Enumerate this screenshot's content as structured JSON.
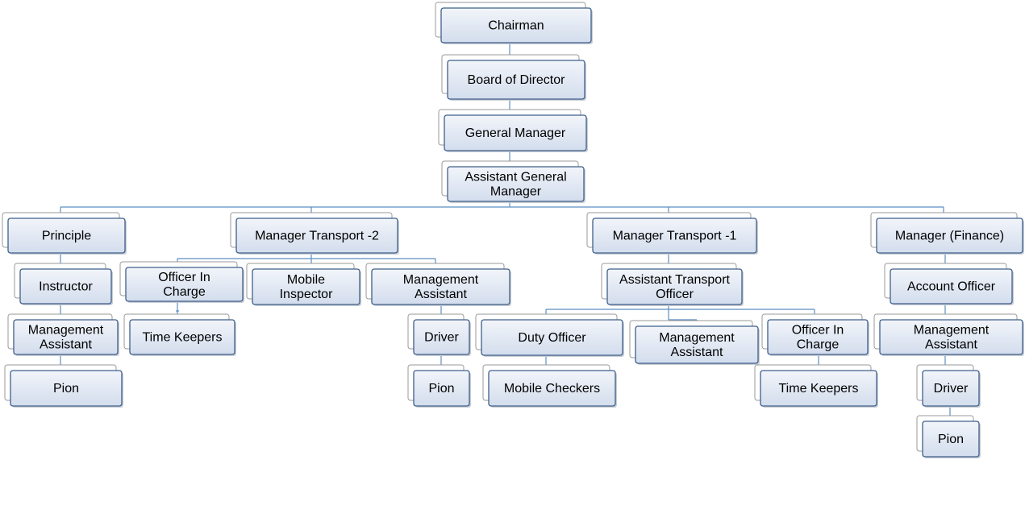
{
  "colors": {
    "connector": "#5b8ec2",
    "box_fill_top": "#f2f5fa",
    "box_fill_bottom": "#d3dded",
    "box_border": "#3f5f8a",
    "shadow_fill": "#ffffff",
    "shadow_border": "#9a9a9a",
    "text": "#000000"
  },
  "nodes": {
    "chairman": [
      "Chairman"
    ],
    "board": [
      "Board of Director"
    ],
    "gm": [
      "General Manager"
    ],
    "agm": [
      "Assistant General",
      "Manager"
    ],
    "principle": [
      "Principle"
    ],
    "mt2": [
      "Manager Transport -2"
    ],
    "mt1": [
      "Manager Transport -1"
    ],
    "mfin": [
      "Manager (Finance)"
    ],
    "instructor": [
      "Instructor"
    ],
    "ma_principle": [
      "Management",
      "Assistant"
    ],
    "pion_principle": [
      "Pion"
    ],
    "oic_mt2": [
      "Officer In",
      "Charge"
    ],
    "time_mt2": [
      "Time Keepers"
    ],
    "mobile_inspector": [
      "Mobile",
      "Inspector"
    ],
    "ma_mt2": [
      "Management",
      "Assistant"
    ],
    "driver_mt2": [
      "Driver"
    ],
    "pion_mt2": [
      "Pion"
    ],
    "ato": [
      "Assistant Transport",
      "Officer"
    ],
    "duty_officer": [
      "Duty Officer"
    ],
    "mobile_checkers": [
      "Mobile Checkers"
    ],
    "ma_mt1": [
      "Management",
      "Assistant"
    ],
    "oic_mt1": [
      "Officer In",
      "Charge"
    ],
    "time_mt1": [
      "Time Keepers"
    ],
    "account_officer": [
      "Account Officer"
    ],
    "ma_fin": [
      "Management",
      "Assistant"
    ],
    "driver_fin": [
      "Driver"
    ],
    "pion_fin": [
      "Pion"
    ]
  }
}
